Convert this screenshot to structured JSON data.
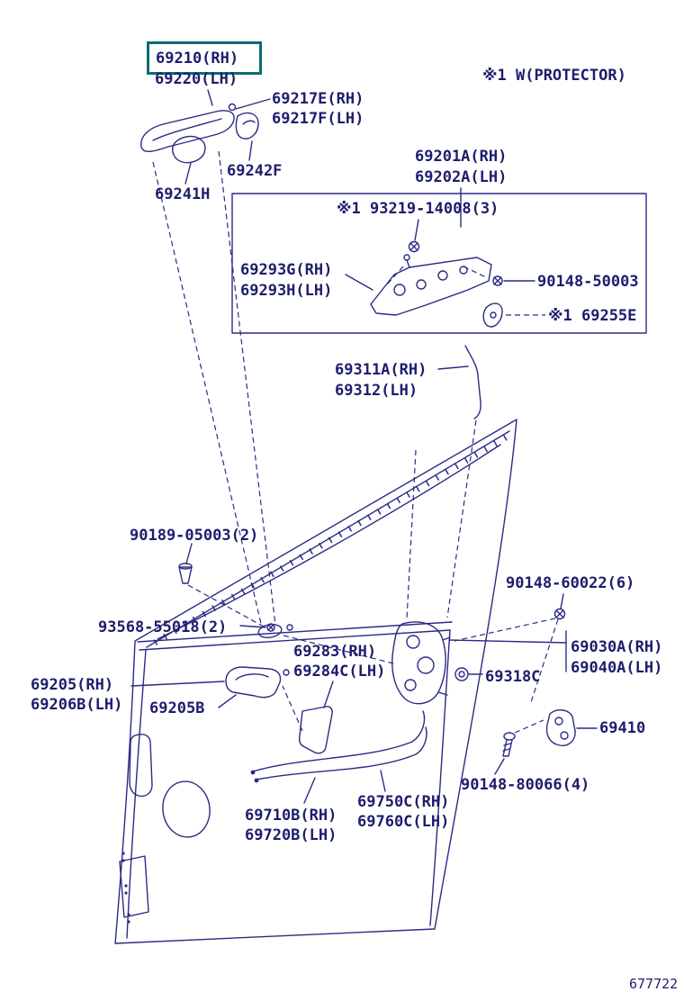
{
  "diagram": {
    "number": "677722",
    "colors": {
      "line": "#2b2b85",
      "text": "#1d1d6d",
      "highlight_border": "#0c6b75",
      "background": "#ffffff"
    },
    "highlighted_part": "69210(RH)"
  },
  "labels": [
    {
      "text": "69210(RH)"
    },
    {
      "text": "69220(LH)"
    },
    {
      "text": "69217E(RH)"
    },
    {
      "text": "69217F(LH)"
    },
    {
      "text": "69242F"
    },
    {
      "text": "69241H"
    },
    {
      "text": "※1 W(PROTECTOR)"
    },
    {
      "text": "69201A(RH)"
    },
    {
      "text": "69202A(LH)"
    },
    {
      "text": "※1 93219-14008(3)"
    },
    {
      "text": "69293G(RH)"
    },
    {
      "text": "69293H(LH)"
    },
    {
      "text": "90148-50003"
    },
    {
      "text": "※1 69255E"
    },
    {
      "text": "69311A(RH)"
    },
    {
      "text": "69312(LH)"
    },
    {
      "text": "90189-05003(2)"
    },
    {
      "text": "93568-55018(2)"
    },
    {
      "text": "90148-60022(6)"
    },
    {
      "text": "69283(RH)"
    },
    {
      "text": "69284C(LH)"
    },
    {
      "text": "69030A(RH)"
    },
    {
      "text": "69040A(LH)"
    },
    {
      "text": "69318C"
    },
    {
      "text": "69205(RH)"
    },
    {
      "text": "69206B(LH)"
    },
    {
      "text": "69205B"
    },
    {
      "text": "69410"
    },
    {
      "text": "90148-80066(4)"
    },
    {
      "text": "69750C(RH)"
    },
    {
      "text": "69760C(LH)"
    },
    {
      "text": "69710B(RH)"
    },
    {
      "text": "69720B(LH)"
    }
  ]
}
